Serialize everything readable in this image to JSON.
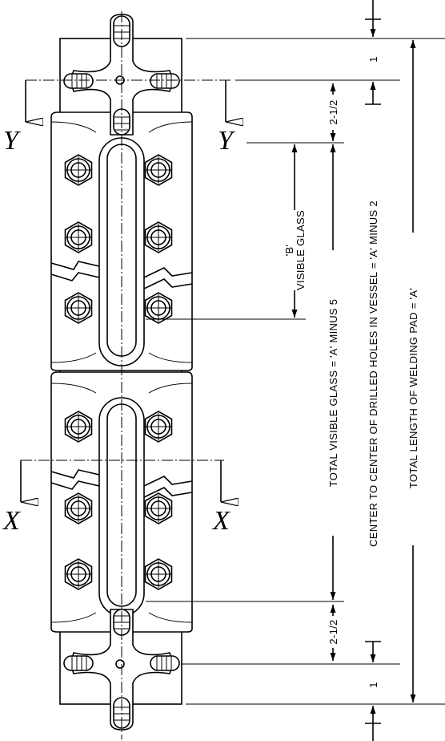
{
  "section_labels": {
    "top_left": "Y",
    "top_right": "Y",
    "bottom_left": "X",
    "bottom_right": "X"
  },
  "dimensions": {
    "top_one": "1",
    "top_two_half": "2-1/2",
    "bottom_two_half": "2-1/2",
    "bottom_one": "1",
    "visible_glass_b_mark": "'B'",
    "visible_glass": "VISIBLE GLASS",
    "total_visible_glass": "TOTAL VISIBLE GLASS = 'A' MINUS 5",
    "center_to_center": "CENTER TO CENTER OF DRILLED HOLES IN VESSEL = 'A' MINUS 2",
    "total_length": "TOTAL LENGTH OF WELDING PAD = 'A'"
  }
}
